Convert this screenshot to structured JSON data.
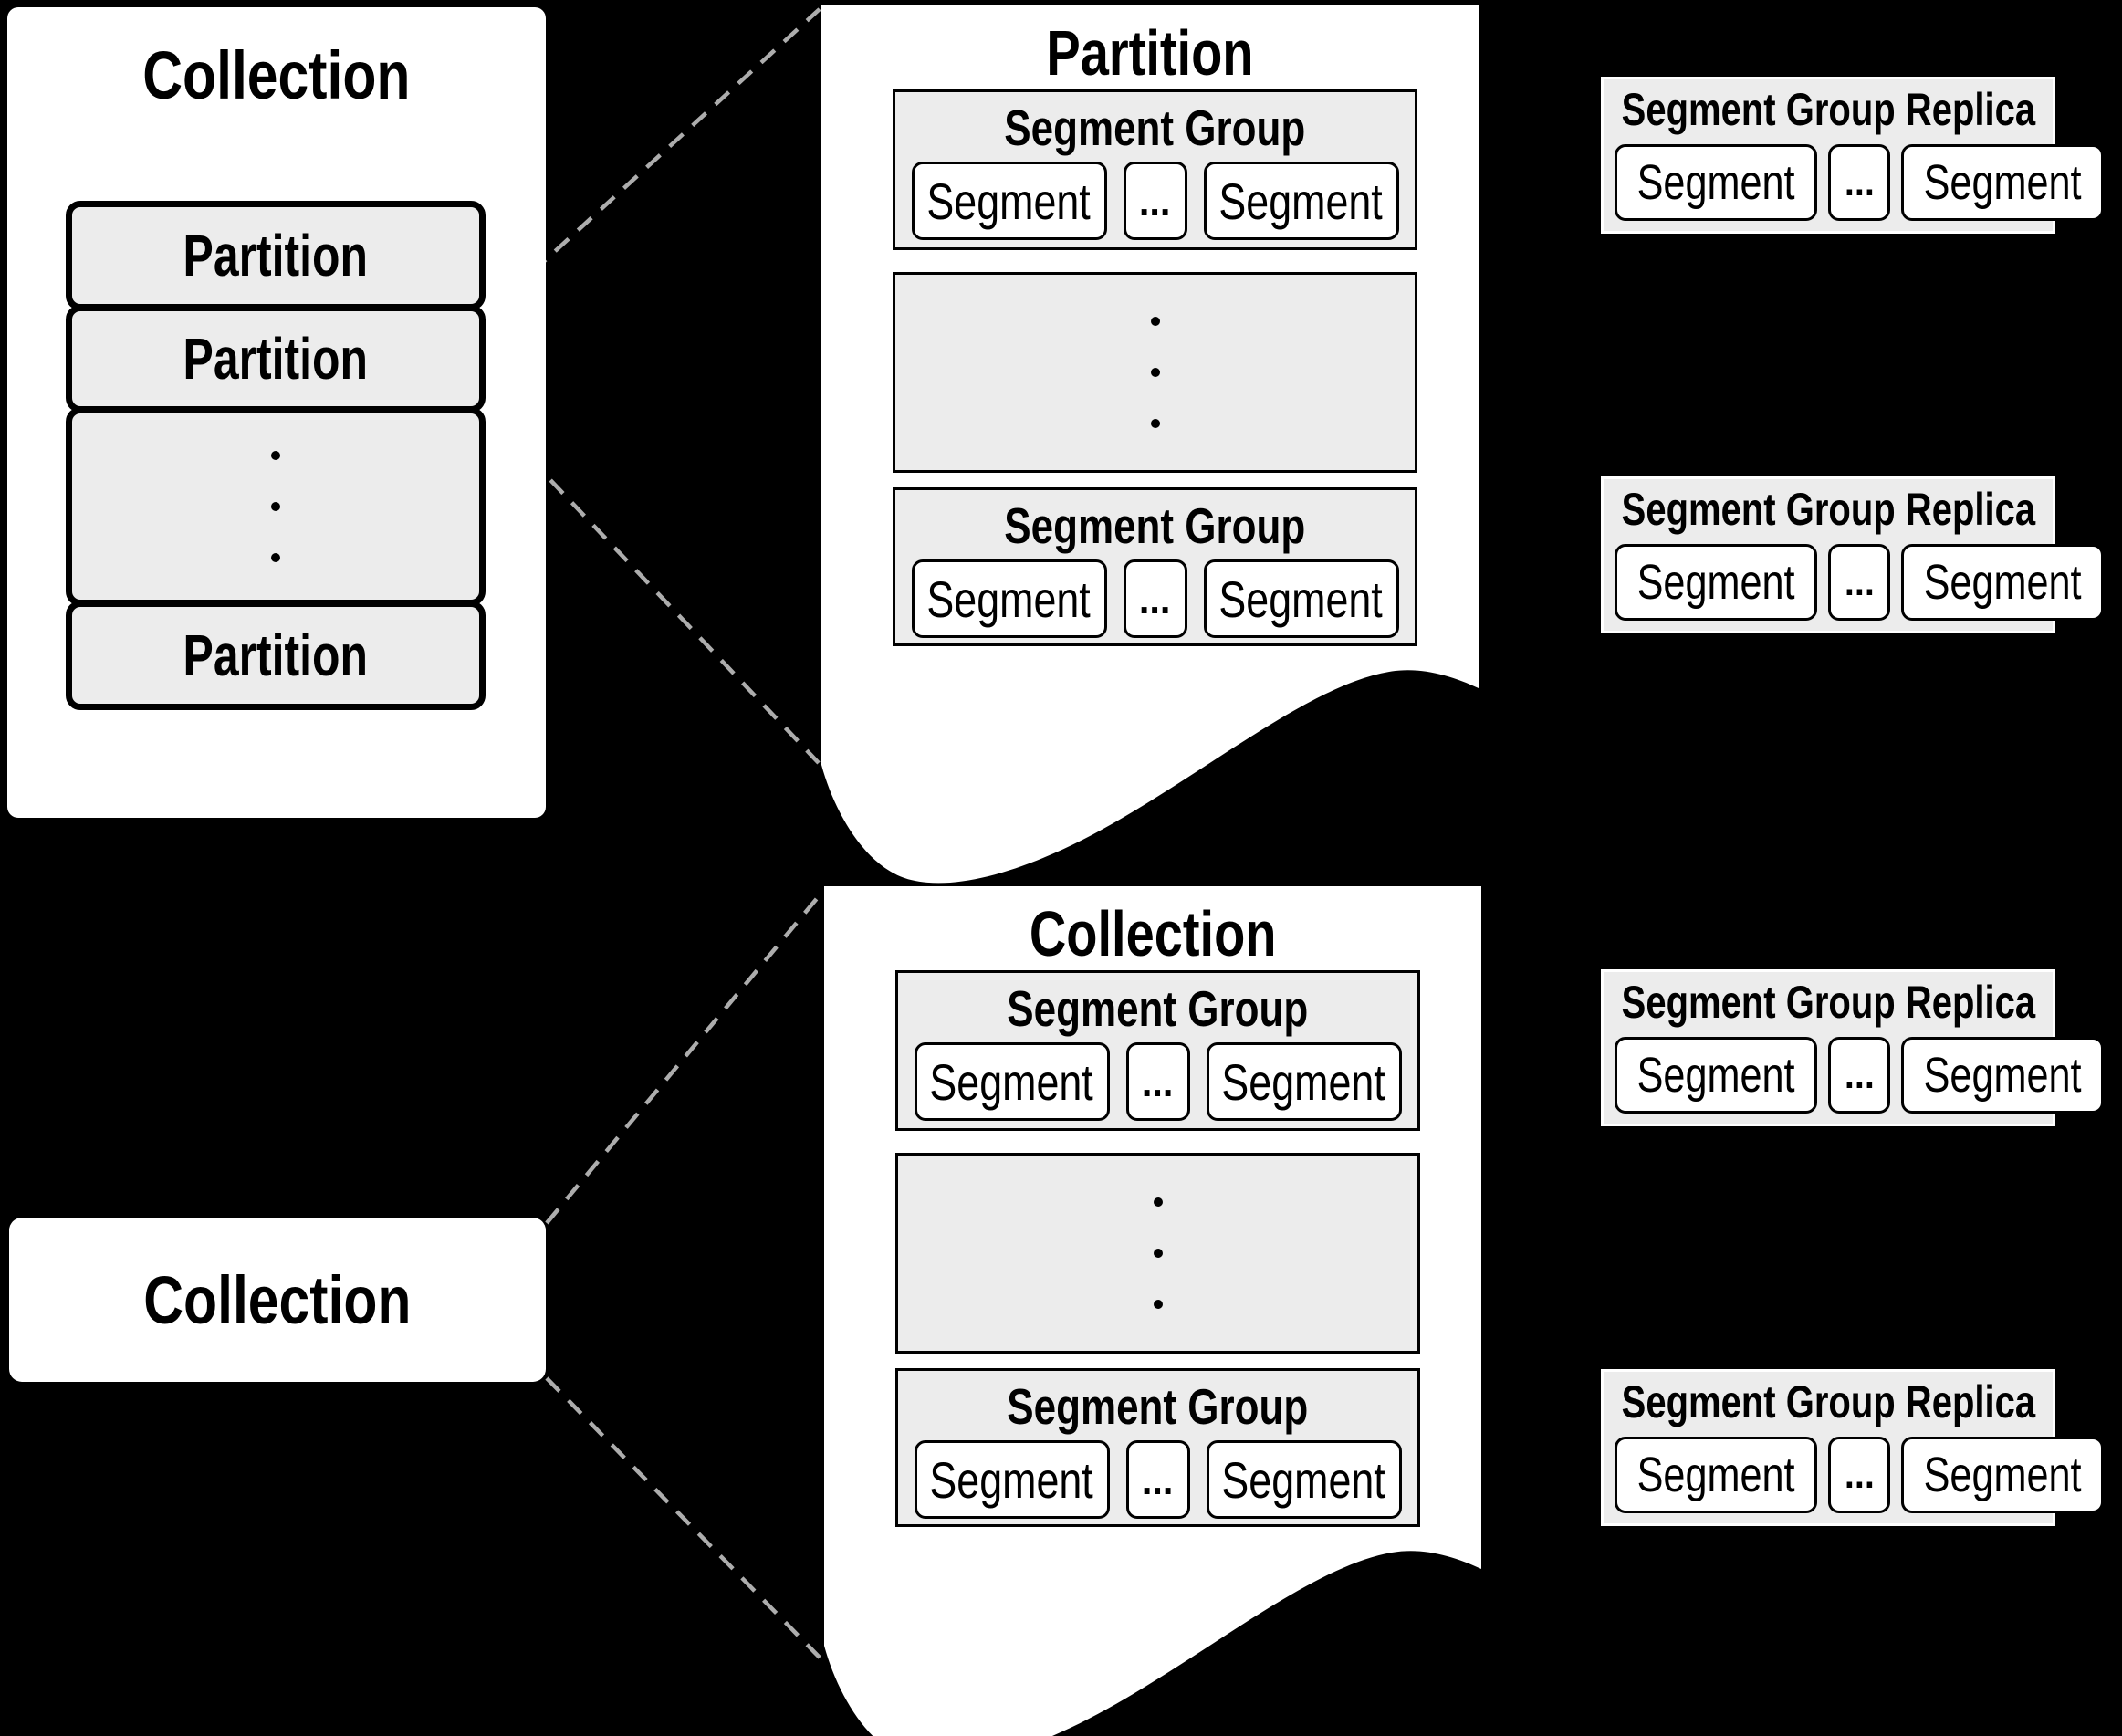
{
  "colors": {
    "background": "#000000",
    "panel_fill": "#ffffff",
    "box_fill": "#ececec",
    "box_border": "#000000",
    "replica_border": "#ffffff",
    "dash_line": "#adadad",
    "text": "#000000"
  },
  "top": {
    "collection_panel": {
      "title": "Collection",
      "partitions": [
        "Partition",
        "Partition",
        "Partition"
      ]
    },
    "partition_page": {
      "title": "Partition",
      "segment_groups": [
        {
          "title": "Segment Group",
          "segments": [
            "Segment",
            "Segment"
          ],
          "ellipsis": "..."
        },
        {
          "title": "Segment Group",
          "segments": [
            "Segment",
            "Segment"
          ],
          "ellipsis": "..."
        }
      ]
    },
    "replicas": [
      {
        "title": "Segment Group Replica",
        "segments": [
          "Segment",
          "Segment"
        ],
        "ellipsis": "..."
      },
      {
        "title": "Segment Group Replica",
        "segments": [
          "Segment",
          "Segment"
        ],
        "ellipsis": "..."
      }
    ]
  },
  "bottom": {
    "collection_box": {
      "title": "Collection"
    },
    "collection_page": {
      "title": "Collection",
      "segment_groups": [
        {
          "title": "Segment Group",
          "segments": [
            "Segment",
            "Segment"
          ],
          "ellipsis": "..."
        },
        {
          "title": "Segment Group",
          "segments": [
            "Segment",
            "Segment"
          ],
          "ellipsis": "..."
        }
      ]
    },
    "replicas": [
      {
        "title": "Segment Group Replica",
        "segments": [
          "Segment",
          "Segment"
        ],
        "ellipsis": "..."
      },
      {
        "title": "Segment Group Replica",
        "segments": [
          "Segment",
          "Segment"
        ],
        "ellipsis": "..."
      }
    ]
  }
}
